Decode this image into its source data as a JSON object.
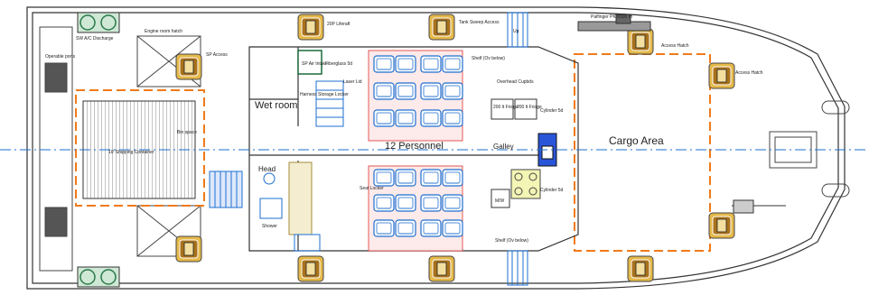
{
  "labels": {
    "sw_discharge": "SW A/C Discharge",
    "engine_room_hatch": "Engine room hatch",
    "liferaft": "20P Liferaft",
    "sp_access": "SP Access",
    "tank_sweep": "Tank Sweep Access",
    "up": "Up",
    "palfinger": "Palfinger PK 6500 M",
    "access_hatch_top": "Access Hatch",
    "access_hatch_right": "Access Hatch",
    "operable_ports": "Operable ports",
    "wet_room": "Wet room",
    "sp_air_intake": "SP Air Intake",
    "fiberglass": "Fiberglass 5d",
    "laser_lid": "Laser Lid",
    "harness_storage": "Harness Storage Locker",
    "shelf_top": "Shelf (Ov below)",
    "wall_plan": "Overhead Cupbds",
    "fridge1": "200 lt Fridge",
    "fridge2": "200 lt Fridge",
    "cylinder": "Cylinder 5d",
    "container": "10' Shipping Container",
    "bin_space": "Bin space",
    "personnel": "12 Personnel",
    "galley": "Galley",
    "cargo": "Cargo Area",
    "head": "Head",
    "shower": "Shower",
    "seat_left": "Seat Locker",
    "mw": "M/W",
    "shelf_bottom": "Shelf (Ov below)",
    "cylinder2": "Cylinder 5d"
  }
}
